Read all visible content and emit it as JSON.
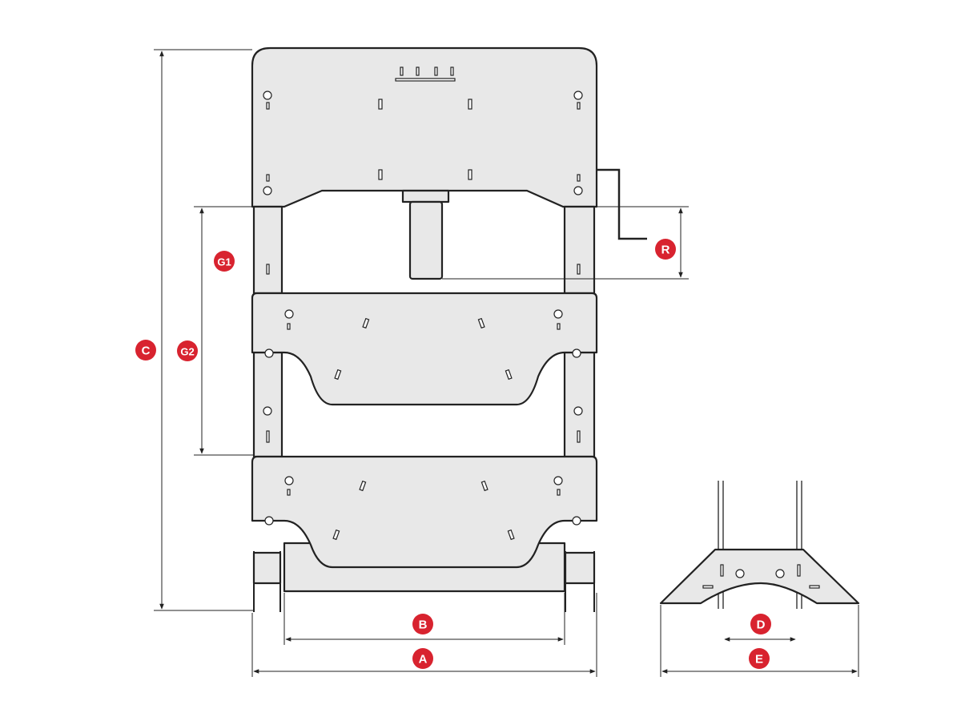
{
  "labels": {
    "A": "A",
    "B": "B",
    "C": "C",
    "D": "D",
    "E": "E",
    "G1": "G1",
    "G2": "G2",
    "R": "R"
  },
  "colors": {
    "badge": "#d8232f",
    "part_fill": "#e8e8e8",
    "outline": "#222222"
  }
}
